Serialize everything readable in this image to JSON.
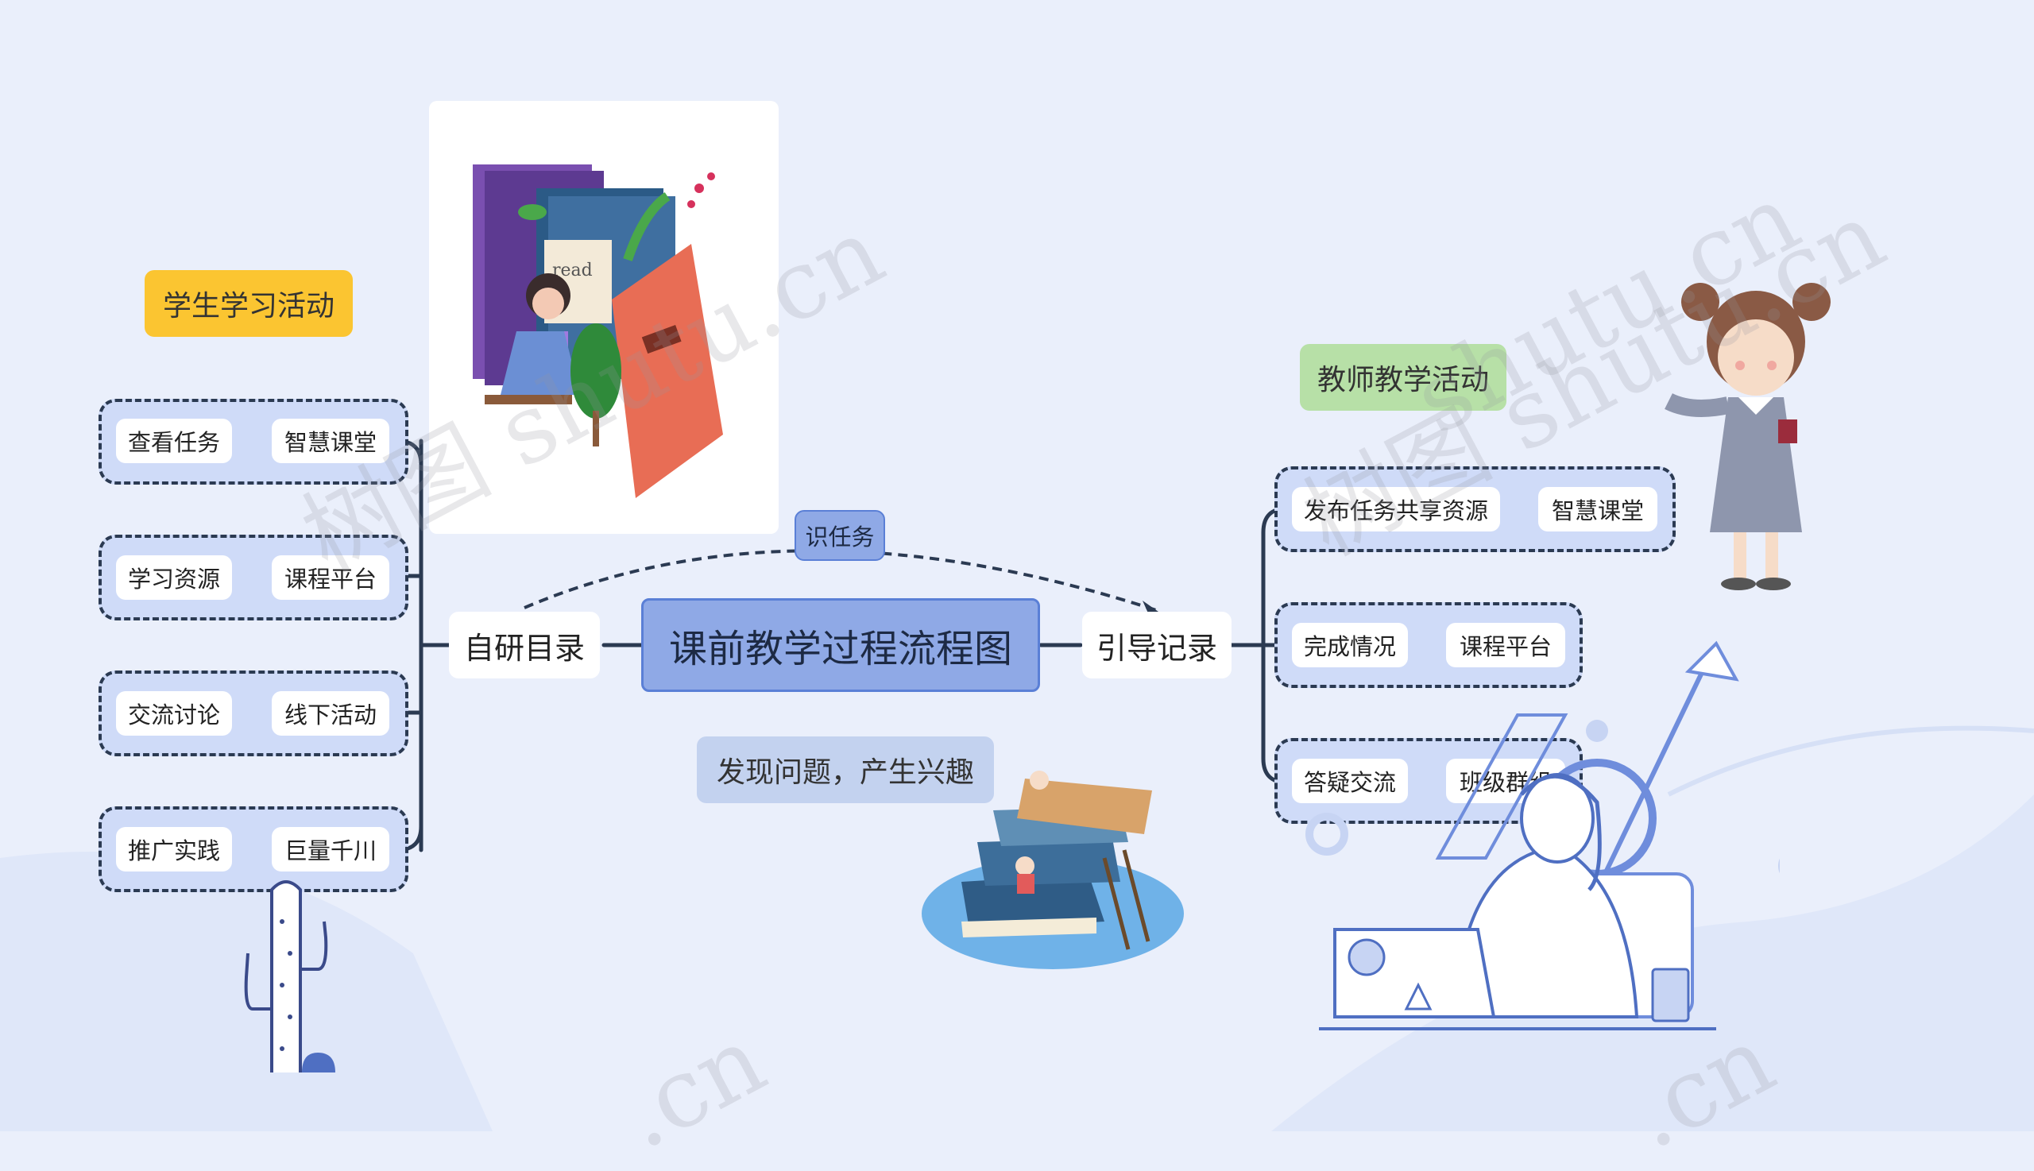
{
  "central": {
    "label": "课前教学过程流程图"
  },
  "left_branch": {
    "label": "自研目录"
  },
  "right_branch": {
    "label": "引导记录"
  },
  "link_label": "识任务",
  "note": "发现问题，产生兴趣",
  "student_title": "学生学习活动",
  "teacher_title": "教师教学活动",
  "left_groups": [
    {
      "a": "查看任务",
      "b": "智慧课堂"
    },
    {
      "a": "学习资源",
      "b": "课程平台"
    },
    {
      "a": "交流讨论",
      "b": "线下活动"
    },
    {
      "a": "推广实践",
      "b": "巨量千川"
    }
  ],
  "right_groups": [
    {
      "a": "发布任务共享资源",
      "b": "智慧课堂"
    },
    {
      "a": "完成情况",
      "b": "课程平台"
    },
    {
      "a": "答疑交流",
      "b": "班级群组"
    }
  ],
  "watermark": [
    "树图 shutu.cn",
    "树图 shutu.cn",
    "shutu.cn",
    ".cn",
    ".cn"
  ],
  "colors": {
    "background": "#eaeffb",
    "central_fill": "#8fa9e6",
    "central_border": "#5a7fd6",
    "group_fill": "#cfdbf8",
    "line": "#2b3a52",
    "student_tag": "#fbc531",
    "teacher_tag": "#b7e0a7",
    "note_fill": "#c3d2ef"
  }
}
